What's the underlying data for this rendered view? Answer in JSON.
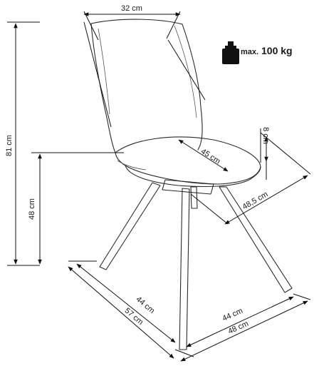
{
  "weight": {
    "label": "max.",
    "value": "100 kg"
  },
  "dimensions": {
    "top_width": "32 cm",
    "total_height": "81 cm",
    "seat_height": "48 cm",
    "seat_thickness": "8 cm",
    "seat_depth": "45 cm",
    "seat_width": "48,5 cm",
    "base_depth_inner": "44 cm",
    "base_depth_outer": "57 cm",
    "base_width_inner": "44 cm",
    "base_width_outer": "48 cm"
  }
}
